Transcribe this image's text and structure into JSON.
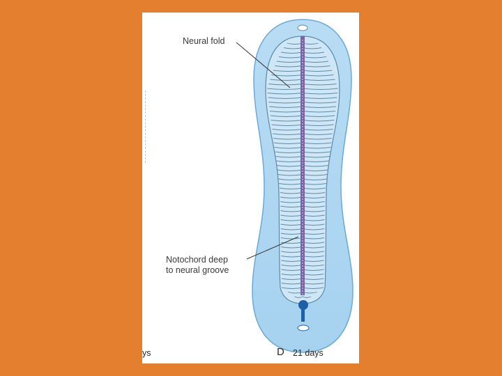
{
  "slide": {
    "background_color": "#e37f2f"
  },
  "figure": {
    "labels": {
      "neural_fold": "Neural fold",
      "notochord_line1": "Notochord deep",
      "notochord_line2": "to neural groove"
    },
    "panel_letter": "D",
    "panel_age": "21 days",
    "previous_panel_fragment": "ys",
    "colors": {
      "embryo_outer": "#b3d9f2",
      "embryo_outline": "#6aa9d6",
      "neural_plate": "#cfe6f6",
      "somite_lines": "#5e8aa6",
      "neural_groove": "#7b62a8",
      "primitive_streak": "#1f5fa8"
    }
  }
}
